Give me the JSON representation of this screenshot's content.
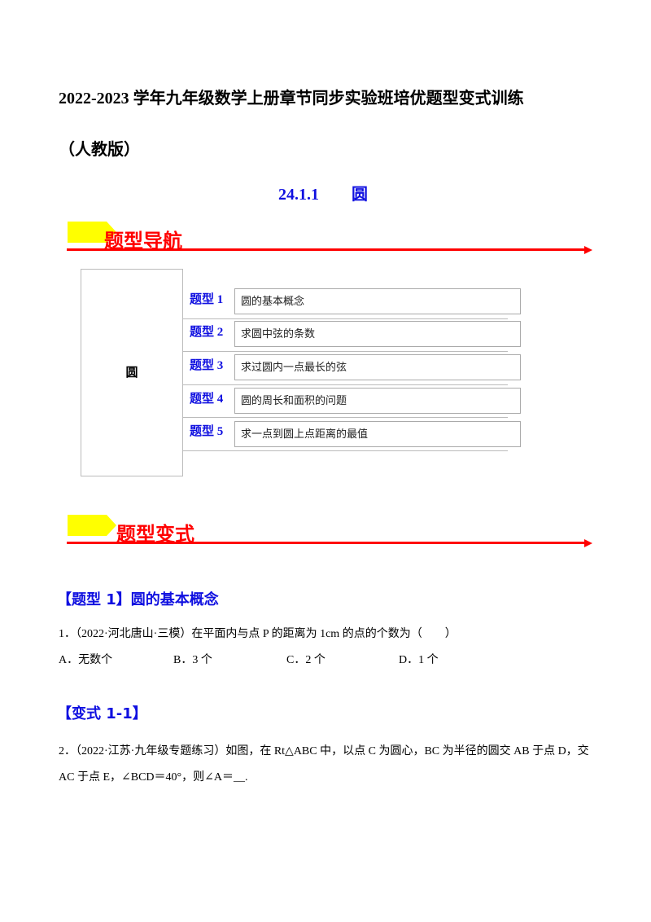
{
  "header": {
    "title_line1": "2022-2023 学年九年级数学上册章节同步实验班培优题型变式训练",
    "title_line2": "（人教版）",
    "section": "24.1.1　　圆"
  },
  "nav": {
    "banner": "题型导航",
    "root": "圆",
    "items": [
      {
        "label": "题型 1",
        "text": "圆的基本概念"
      },
      {
        "label": "题型 2",
        "text": "求圆中弦的条数"
      },
      {
        "label": "题型 3",
        "text": "求过圆内一点最长的弦"
      },
      {
        "label": "题型 4",
        "text": "圆的周长和面积的问题"
      },
      {
        "label": "题型 5",
        "text": "求一点到圆上点距离的最值"
      }
    ]
  },
  "variants": {
    "banner": "题型变式"
  },
  "type1": {
    "heading": "【题型 1】圆的基本概念",
    "q1": {
      "text": "1．（2022·河北唐山·三模）在平面内与点 P 的距离为 1cm 的点的个数为（　　）",
      "options": [
        "A．无数个",
        "B．3 个",
        "C．2 个",
        "D．1 个"
      ]
    },
    "variant_heading": "【变式 1-1】",
    "q2": {
      "line1": "2．（2022·江苏·九年级专题练习）如图，在 Rt△ABC 中，以点 C 为圆心，BC 为半径的圆交 AB 于点 D，交",
      "line2": "AC 于点 E，∠BCD＝40°，则∠A＝__."
    }
  },
  "colors": {
    "accent_red": "#ff0000",
    "heading_blue": "#1010e0",
    "banner_yellow": "#ffff00"
  }
}
